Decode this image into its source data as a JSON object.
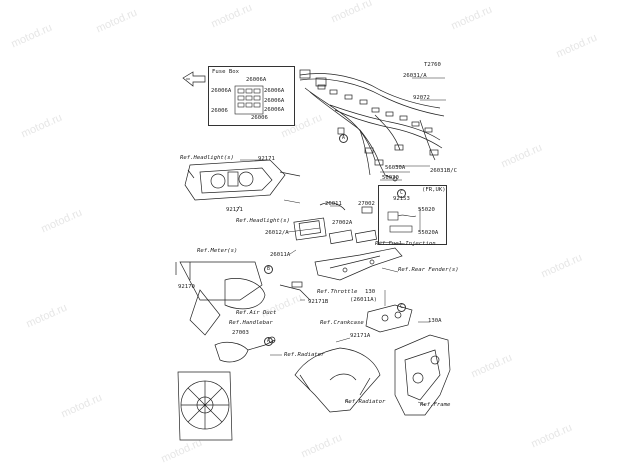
{
  "diagram_code": "T2760",
  "watermark": "motod.ru",
  "fuse_box": {
    "title": "Fuse Box",
    "parts": [
      "26006A",
      "26006A",
      "26006A",
      "26006A",
      "26006A",
      "26006",
      "26006"
    ]
  },
  "parts": [
    "26031/A",
    "92072",
    "26031B/C",
    "56030A",
    "56030",
    "92171",
    "92171",
    "26011",
    "27002A",
    "27002",
    "26012/A",
    "26011A",
    "92153",
    "55020",
    "55020A",
    "92170",
    "92171B",
    "130",
    "(26011A)",
    "130A",
    "27003",
    "92171A"
  ],
  "region_label": "(FR,UK)",
  "refs": [
    "Ref.Headlight(s)",
    "Ref.Headlight(s)",
    "Ref.Meter(s)",
    "Ref.Air Duct",
    "Ref.Handlebar",
    "Ref.Radiator",
    "Ref.Fuel Injection",
    "Ref.Rear Fender(s)",
    "Ref.Throttle",
    "Ref.Crankcase",
    "Ref.Radiator",
    "Ref.Frame"
  ],
  "markers": [
    "A",
    "A",
    "B",
    "C",
    "C"
  ]
}
